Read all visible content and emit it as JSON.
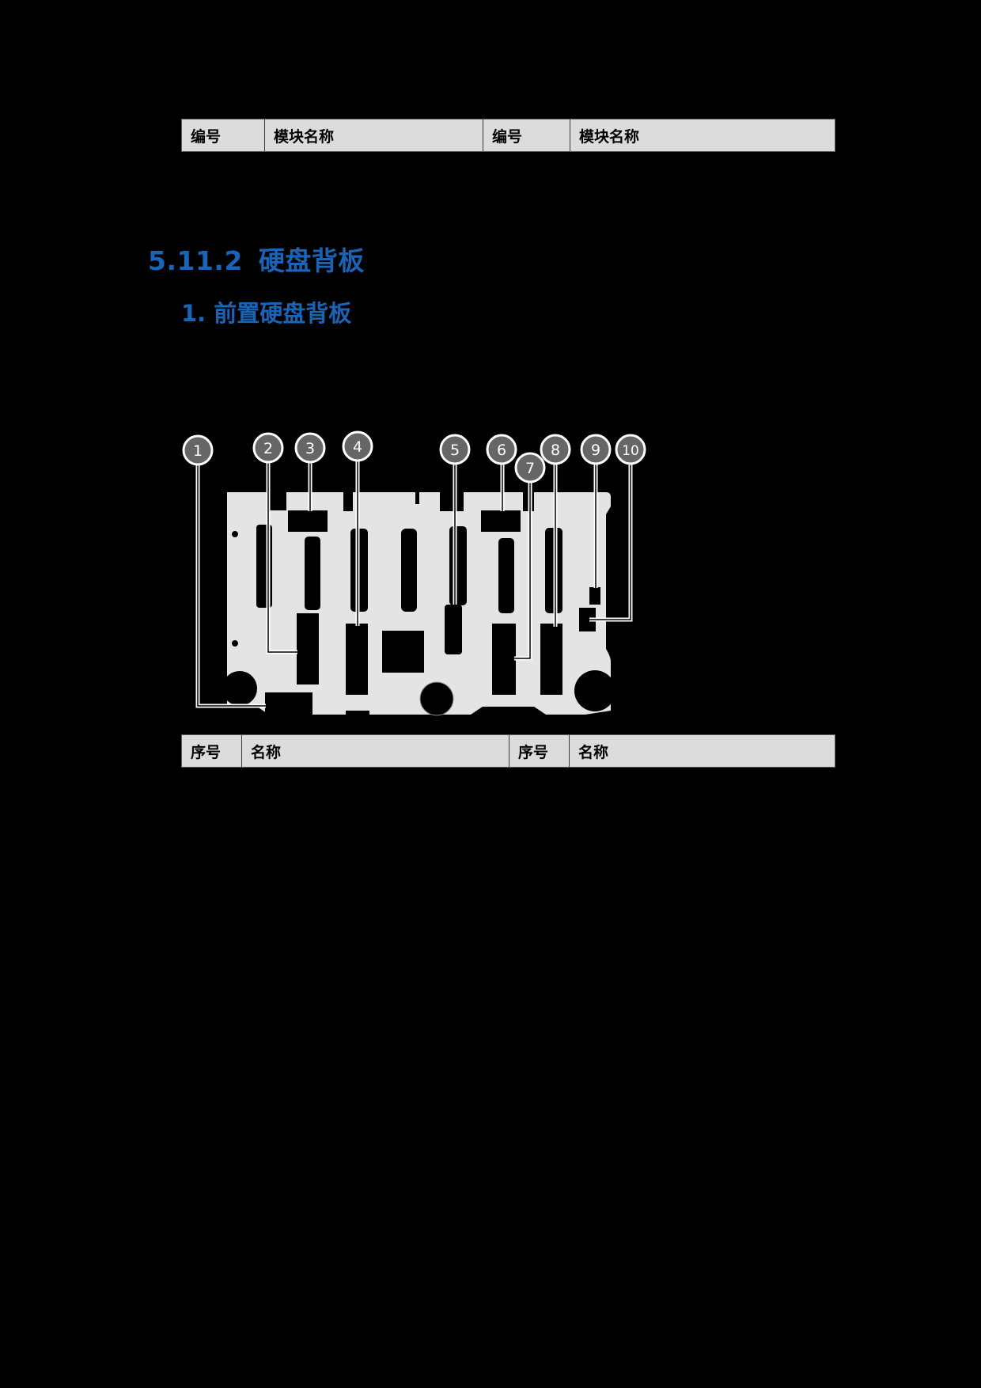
{
  "module_table": {
    "headers": [
      "编号",
      "模块名称",
      "编号",
      "模块名称"
    ],
    "rows": []
  },
  "section": {
    "number": "5.11.2",
    "title": "硬盘背板"
  },
  "subsection": {
    "label": "1. 前置硬盘背板"
  },
  "figure": {
    "description": "前置硬盘背板组件示意图",
    "callouts": [
      "1",
      "2",
      "3",
      "4",
      "5",
      "6",
      "7",
      "8",
      "9",
      "10"
    ],
    "colors": {
      "board": "#e4e4e4",
      "callout_fill": "#666666",
      "callout_stroke": "#ffffff",
      "component": "#000000"
    }
  },
  "component_table": {
    "headers": [
      "序号",
      "名称",
      "序号",
      "名称"
    ],
    "rows": []
  }
}
